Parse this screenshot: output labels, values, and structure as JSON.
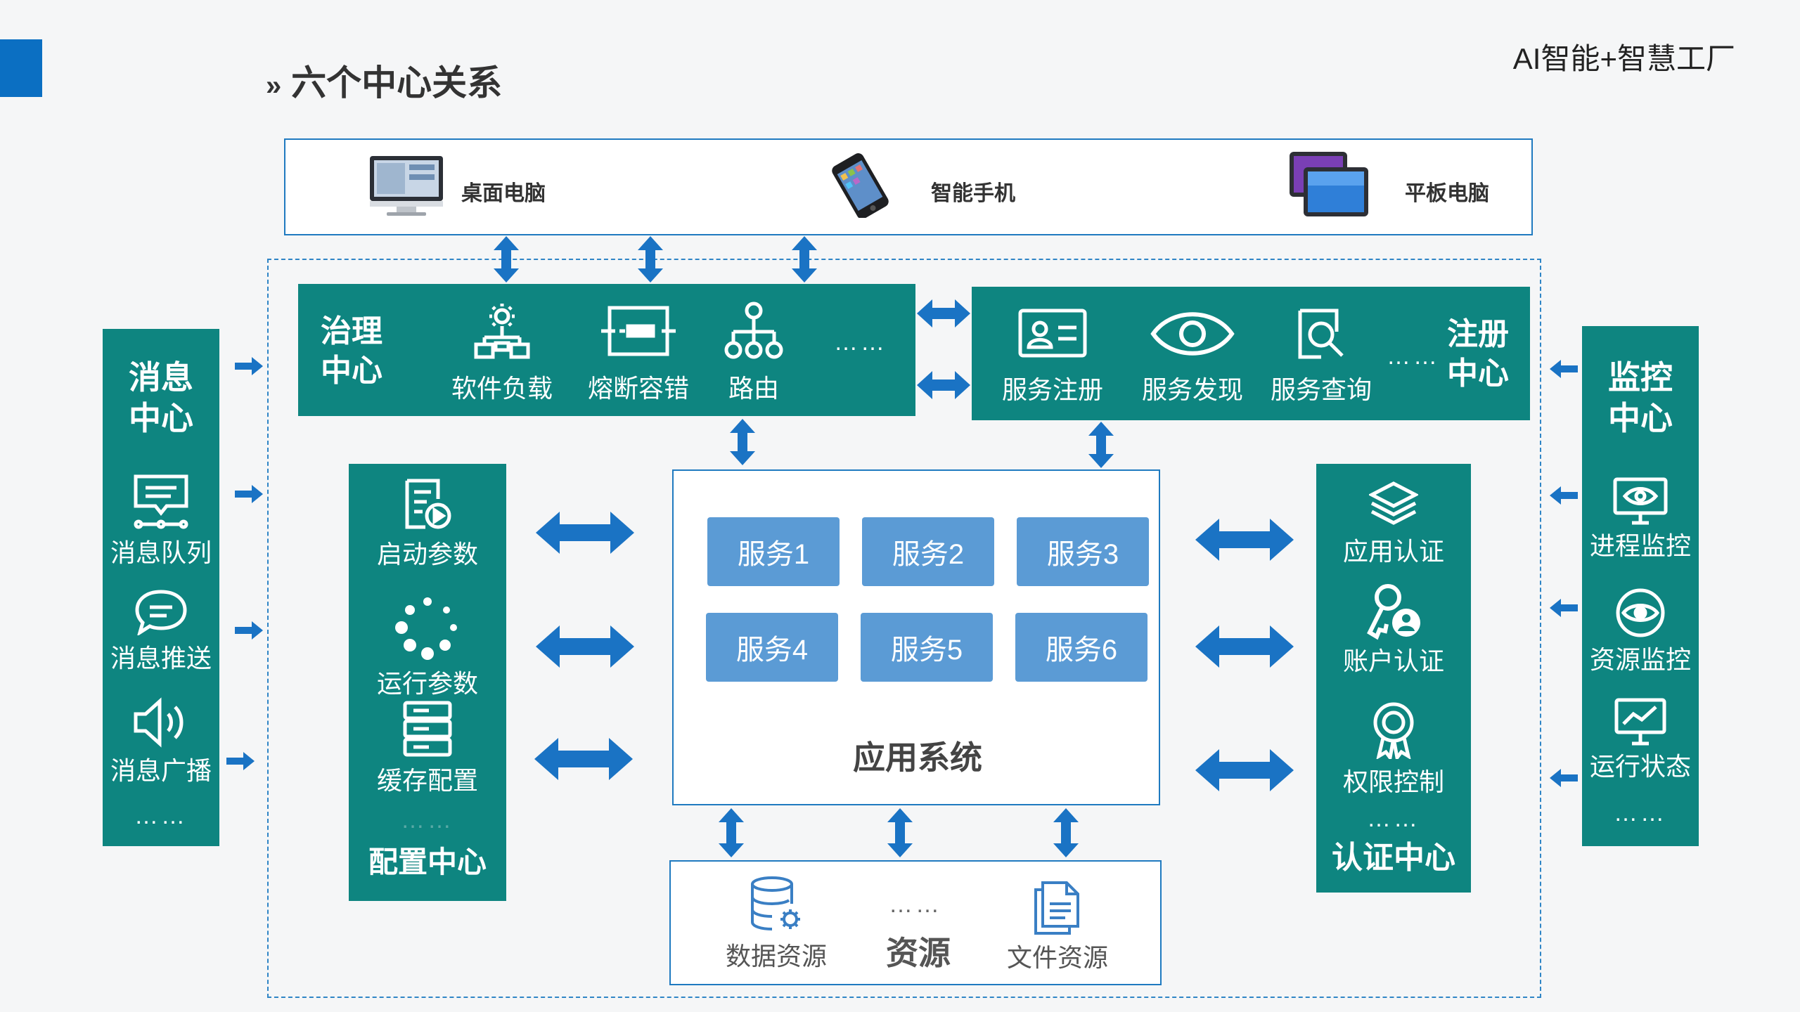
{
  "header": {
    "brand": "AI智能+智慧工厂",
    "title_prefix": "»",
    "title": "六个中心关系"
  },
  "devices": [
    {
      "label": "桌面电脑",
      "icon": "desktop-computer-icon"
    },
    {
      "label": "智能手机",
      "icon": "smartphone-icon"
    },
    {
      "label": "平板电脑",
      "icon": "tablet-icon"
    }
  ],
  "governance": {
    "title": "治理\n中心",
    "items": [
      "软件负载",
      "熔断容错",
      "路由"
    ],
    "more": "……"
  },
  "registry": {
    "title": "注册\n中心",
    "items": [
      "服务注册",
      "服务发现",
      "服务查询"
    ],
    "more": "……"
  },
  "message": {
    "title": "消息\n中心",
    "items": [
      "消息队列",
      "消息推送",
      "消息广播"
    ],
    "more": "……"
  },
  "config": {
    "title": "配置中心",
    "items": [
      "启动参数",
      "运行参数",
      "缓存配置"
    ],
    "more": "……"
  },
  "app": {
    "title": "应用系统",
    "services": [
      "服务1",
      "服务2",
      "服务3",
      "服务4",
      "服务5",
      "服务6"
    ]
  },
  "auth": {
    "title": "认证中心",
    "items": [
      "应用认证",
      "账户认证",
      "权限控制"
    ],
    "more": "……"
  },
  "monitor": {
    "title": "监控\n中心",
    "items": [
      "进程监控",
      "资源监控",
      "运行状态"
    ],
    "more": "……"
  },
  "resources": {
    "title": "资源",
    "items": [
      "数据资源",
      "文件资源"
    ],
    "more": "……"
  },
  "colors": {
    "teal": "#0e8580",
    "blue": "#1f7ac0",
    "service": "#5b9bd5"
  }
}
